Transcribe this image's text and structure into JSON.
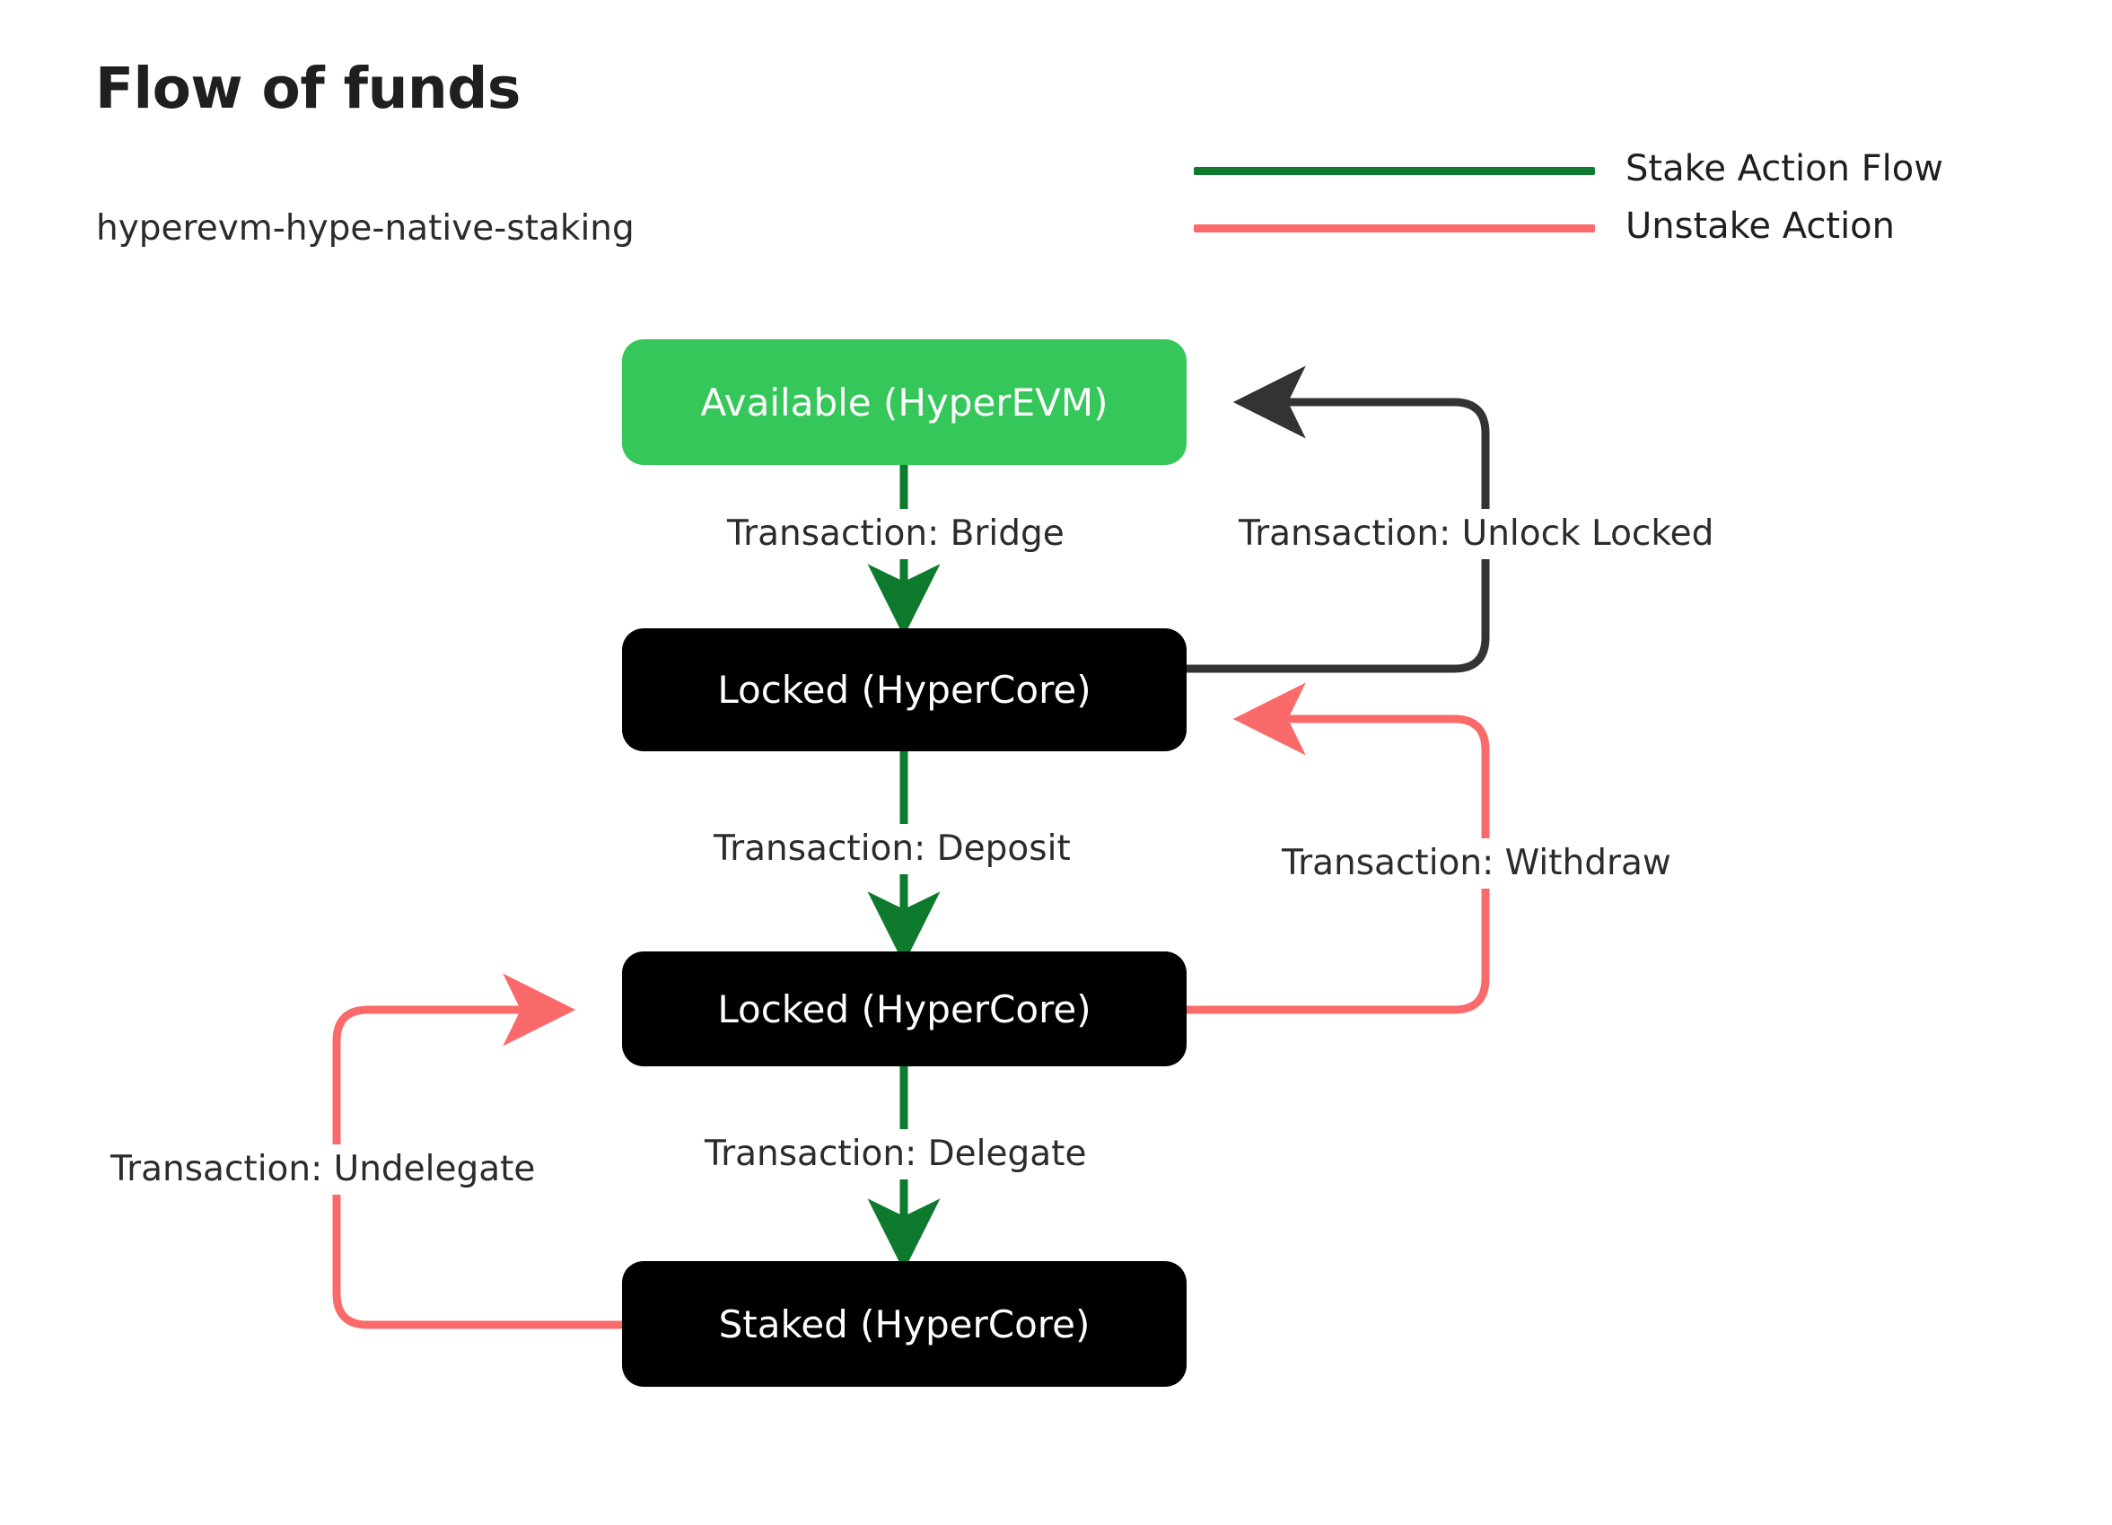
{
  "header": {
    "title": "Flow of funds",
    "subtitle": "hyperevm-hype-native-staking"
  },
  "legend": {
    "items": [
      {
        "label": "Stake Action Flow",
        "color": "#0d7a2e"
      },
      {
        "label": "Unstake Action",
        "color": "#fa6a6a"
      }
    ]
  },
  "colors": {
    "available_node_bg": "#35c759",
    "locked_node_bg": "#000000",
    "node_text": "#ffffff",
    "stake_edge": "#0d7a2e",
    "unstake_edge": "#fa6a6a",
    "neutral_edge": "#333333",
    "page_bg": "#ffffff",
    "label_text": "#2b2b2b"
  },
  "chart_data": {
    "type": "diagram",
    "title": "Flow of funds",
    "subtitle": "hyperevm-hype-native-staking",
    "nodes": [
      {
        "id": "available",
        "label": "Available (HyperEVM)",
        "fill": "#35c759",
        "text": "#ffffff"
      },
      {
        "id": "locked1",
        "label": "Locked (HyperCore)",
        "fill": "#000000",
        "text": "#ffffff"
      },
      {
        "id": "locked2",
        "label": "Locked (HyperCore)",
        "fill": "#000000",
        "text": "#ffffff"
      },
      {
        "id": "staked",
        "label": "Staked (HyperCore)",
        "fill": "#000000",
        "text": "#ffffff"
      }
    ],
    "edges": [
      {
        "from": "available",
        "to": "locked1",
        "label": "Transaction: Bridge",
        "kind": "stake",
        "color": "#0d7a2e"
      },
      {
        "from": "locked1",
        "to": "available",
        "label": "Transaction: Unlock Locked",
        "kind": "neutral",
        "color": "#333333"
      },
      {
        "from": "locked1",
        "to": "locked2",
        "label": "Transaction: Deposit",
        "kind": "stake",
        "color": "#0d7a2e"
      },
      {
        "from": "locked2",
        "to": "locked1",
        "label": "Transaction: Withdraw",
        "kind": "unstake",
        "color": "#fa6a6a"
      },
      {
        "from": "locked2",
        "to": "staked",
        "label": "Transaction: Delegate",
        "kind": "stake",
        "color": "#0d7a2e"
      },
      {
        "from": "staked",
        "to": "locked2",
        "label": "Transaction: Undelegate",
        "kind": "unstake",
        "color": "#fa6a6a"
      }
    ],
    "legend": [
      {
        "label": "Stake Action Flow",
        "color": "#0d7a2e"
      },
      {
        "label": "Unstake Action",
        "color": "#fa6a6a"
      }
    ]
  },
  "nodes": {
    "available": {
      "label": "Available (HyperEVM)"
    },
    "locked1": {
      "label": "Locked (HyperCore)"
    },
    "locked2": {
      "label": "Locked (HyperCore)"
    },
    "staked": {
      "label": "Staked (HyperCore)"
    }
  },
  "edge_labels": {
    "bridge": "Transaction: Bridge",
    "unlock_locked": "Transaction: Unlock Locked",
    "deposit": "Transaction: Deposit",
    "withdraw": "Transaction: Withdraw",
    "delegate": "Transaction: Delegate",
    "undelegate": "Transaction: Undelegate"
  }
}
